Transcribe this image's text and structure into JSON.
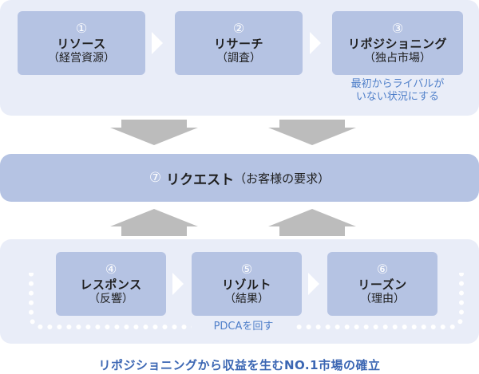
{
  "top_steps": [
    {
      "num": "①",
      "title": "リソース",
      "sub": "（経営資源）"
    },
    {
      "num": "②",
      "title": "リサーチ",
      "sub": "（調査）"
    },
    {
      "num": "③",
      "title": "リポジショニング",
      "sub": "（独占市場）"
    }
  ],
  "positioning_note": {
    "line1": "最初からライバルが",
    "line2": "いない状況にする"
  },
  "request": {
    "num": "⑦",
    "title": "リクエスト",
    "sub": "（お客様の要求）"
  },
  "bottom_steps": [
    {
      "num": "④",
      "title": "レスポンス",
      "sub": "（反響）"
    },
    {
      "num": "⑤",
      "title": "リゾルト",
      "sub": "（結果）"
    },
    {
      "num": "⑥",
      "title": "リーズン",
      "sub": "（理由）"
    }
  ],
  "loop_label": "PDCAを回す",
  "caption": "リポジショニングから収益を生むNO.1市場の確立"
}
